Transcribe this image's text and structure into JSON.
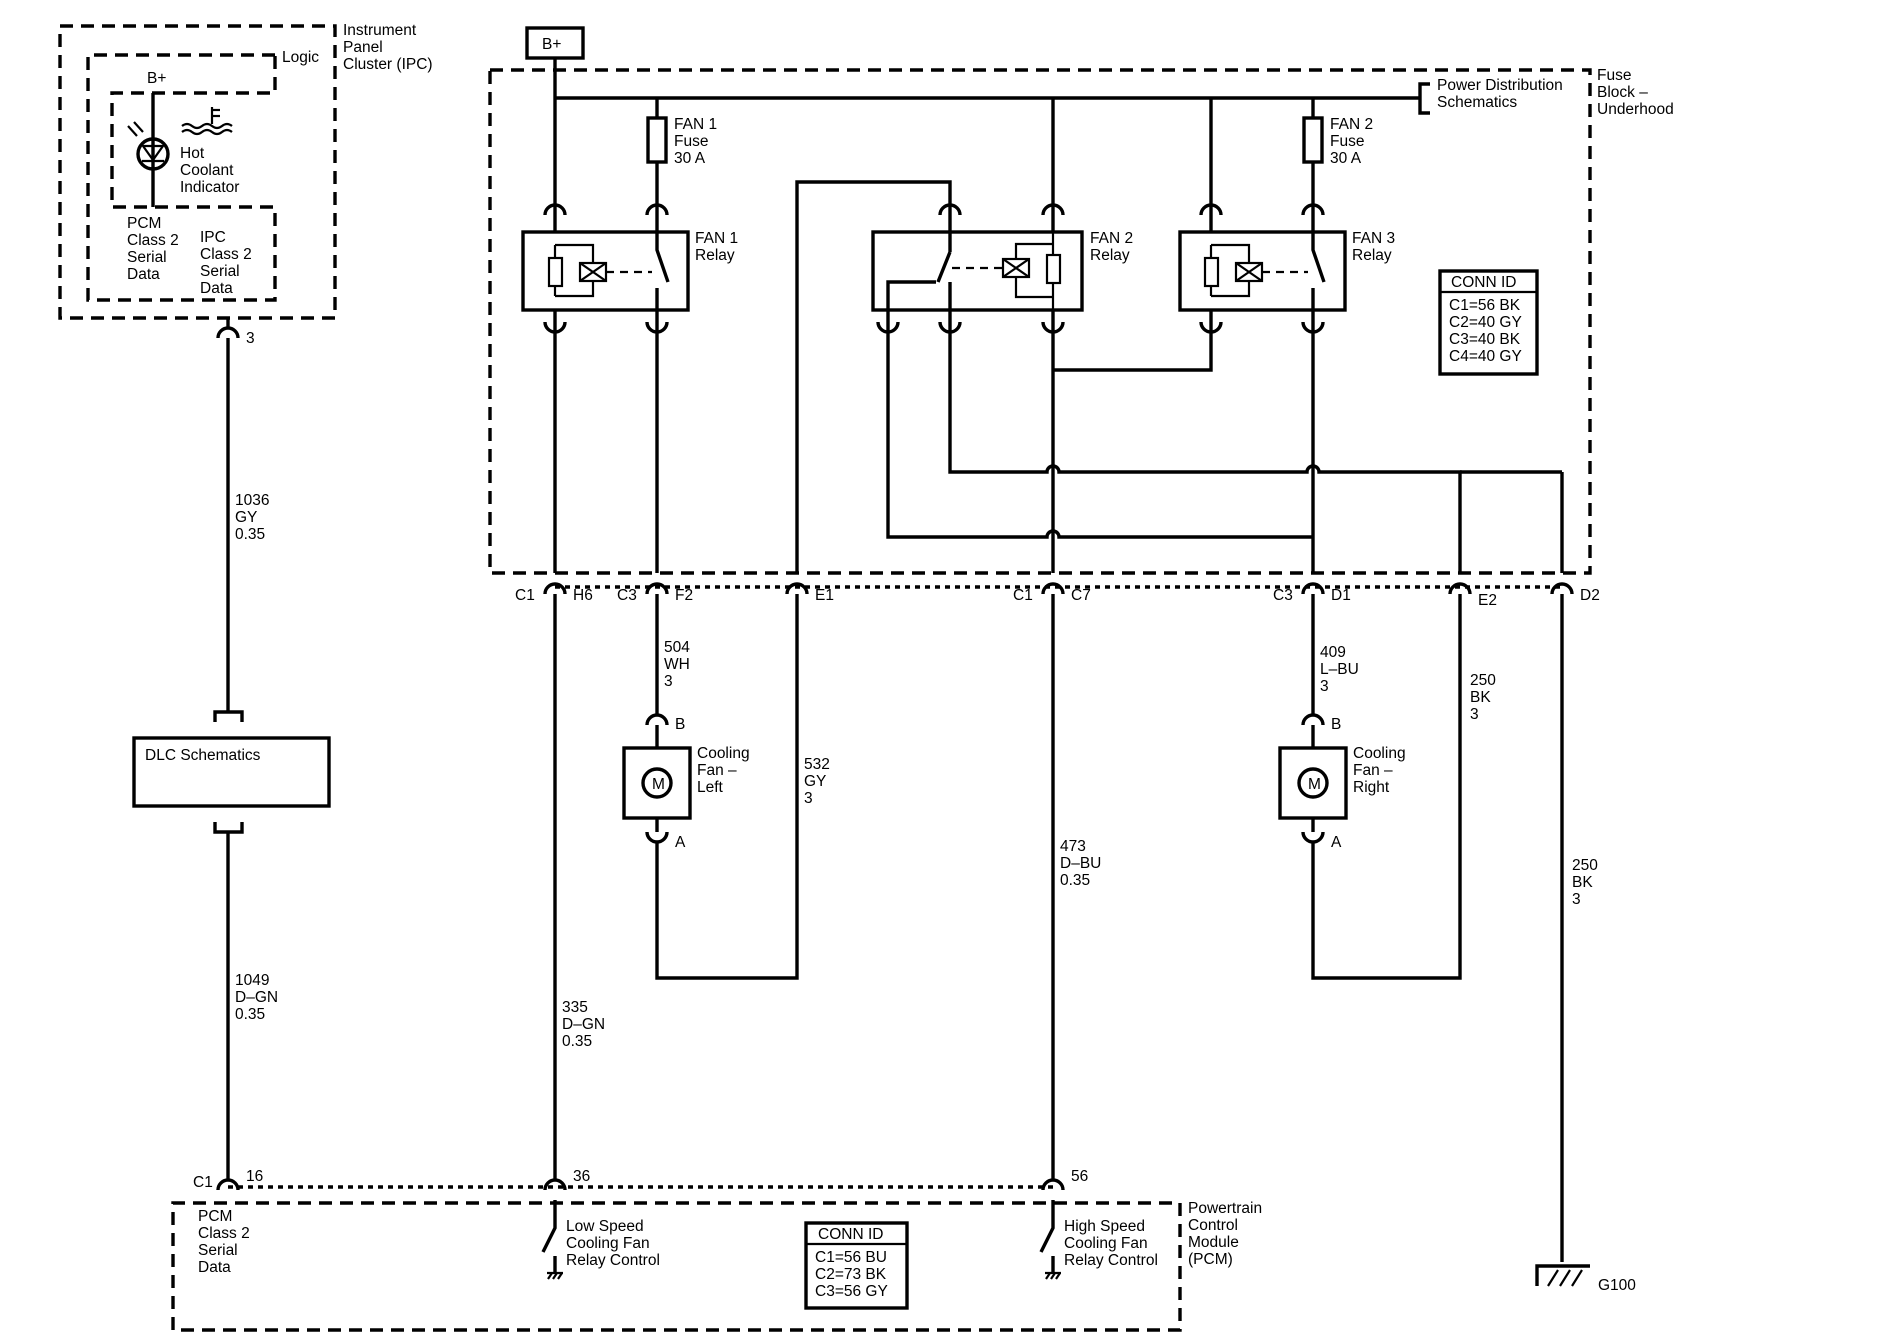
{
  "ipc": {
    "name": [
      "Instrument",
      "Panel",
      "Cluster (IPC)"
    ],
    "logic": "Logic",
    "bplus": "B+",
    "indicator": [
      "Hot",
      "Coolant",
      "Indicator"
    ],
    "pcm_data": [
      "PCM",
      "Class 2",
      "Serial",
      "Data"
    ],
    "ipc_data": [
      "IPC",
      "Class 2",
      "Serial",
      "Data"
    ],
    "pin": "3"
  },
  "battery": {
    "label": "B+"
  },
  "fuse_block": {
    "name": [
      "Fuse",
      "Block –",
      "Underhood"
    ],
    "pds": [
      "Power Distribution",
      "Schematics"
    ],
    "fan1_fuse": [
      "FAN 1",
      "Fuse",
      "30 A"
    ],
    "fan2_fuse": [
      "FAN 2",
      "Fuse",
      "30 A"
    ],
    "fan1_relay": [
      "FAN 1",
      "Relay"
    ],
    "fan2_relay": [
      "FAN 2",
      "Relay"
    ],
    "fan3_relay": [
      "FAN 3",
      "Relay"
    ],
    "conn_id": {
      "title": "CONN ID",
      "rows": [
        "C1=56 BK",
        "C2=40 GY",
        "C3=40 BK",
        "C4=40 GY"
      ]
    }
  },
  "connectors": [
    {
      "conn": "C1",
      "pin": "H6"
    },
    {
      "conn": "C3",
      "pin": "F2"
    },
    {
      "conn": "",
      "pin": "E1"
    },
    {
      "conn": "C1",
      "pin": "C7"
    },
    {
      "conn": "C3",
      "pin": "D1"
    },
    {
      "conn": "",
      "pin": "E2"
    },
    {
      "conn": "",
      "pin": "D2"
    }
  ],
  "wires": {
    "w1036": [
      "1036",
      "GY",
      "0.35"
    ],
    "w1049": [
      "1049",
      "D–GN",
      "0.35"
    ],
    "w504": [
      "504",
      "WH",
      "3"
    ],
    "w532": [
      "532",
      "GY",
      "3"
    ],
    "w335": [
      "335",
      "D–GN",
      "0.35"
    ],
    "w473": [
      "473",
      "D–BU",
      "0.35"
    ],
    "w409": [
      "409",
      "L–BU",
      "3"
    ],
    "w250a": [
      "250",
      "BK",
      "3"
    ],
    "w250b": [
      "250",
      "BK",
      "3"
    ]
  },
  "motors": {
    "left": {
      "label": [
        "Cooling",
        "Fan –",
        "Left"
      ],
      "pin_b": "B",
      "pin_a": "A",
      "symbol": "M"
    },
    "right": {
      "label": [
        "Cooling",
        "Fan –",
        "Right"
      ],
      "pin_b": "B",
      "pin_a": "A",
      "symbol": "M"
    }
  },
  "dlc": {
    "label": "DLC Schematics"
  },
  "pcm": {
    "name": [
      "Powertrain",
      "Control",
      "Module",
      "(PCM)"
    ],
    "c1": "C1",
    "pins": [
      "16",
      "36",
      "56"
    ],
    "serial": [
      "PCM",
      "Class 2",
      "Serial",
      "Data"
    ],
    "low": [
      "Low Speed",
      "Cooling Fan",
      "Relay Control"
    ],
    "high": [
      "High Speed",
      "Cooling Fan",
      "Relay Control"
    ],
    "conn_id": {
      "title": "CONN ID",
      "rows": [
        "C1=56 BU",
        "C2=73 BK",
        "C3=56 GY"
      ]
    }
  },
  "ground": {
    "label": "G100"
  }
}
